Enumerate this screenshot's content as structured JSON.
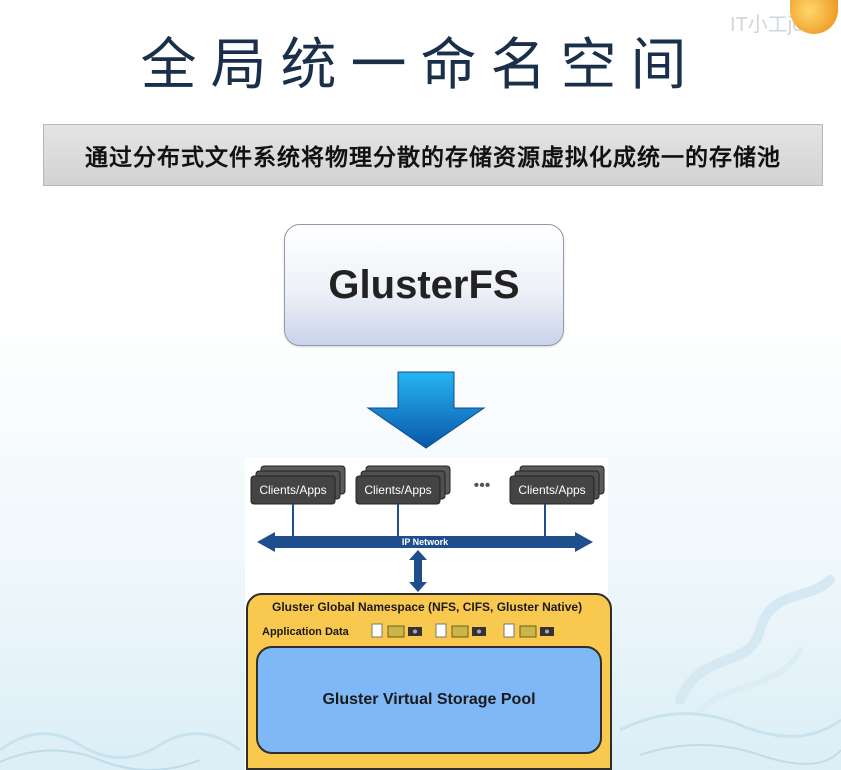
{
  "slide": {
    "title": "全局统一命名空间",
    "subtitle": "通过分布式文件系统将物理分散的存储资源虚拟化成统一的存储池",
    "watermark": "IT小工joe"
  },
  "diagram": {
    "glusterfs_label": "GlusterFS",
    "clients": [
      "Clients/Apps",
      "Clients/Apps",
      "Clients/Apps"
    ],
    "ellipsis": "•••",
    "network_label": "IP Network",
    "namespace_title": "Gluster Global Namespace (NFS, CIFS, Gluster Native)",
    "app_data_label": "Application Data",
    "storage_pool_label": "Gluster Virtual Storage Pool"
  },
  "colors": {
    "title": "#1a2f4a",
    "arrow_top": "#1aa0ea",
    "arrow_bottom": "#0a57a8",
    "network_bar": "#1f4e8c",
    "namespace_fill": "#f9c94f",
    "pool_fill": "#7fb8f6",
    "client_box": "#4a4a4a"
  },
  "icons": [
    "file-icon",
    "folder-icon",
    "media-icon"
  ]
}
